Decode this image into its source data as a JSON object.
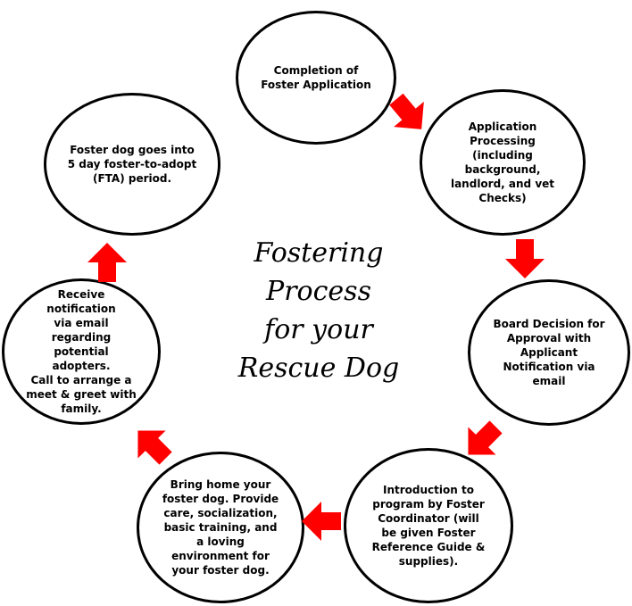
{
  "title": {
    "line1": "Fostering Process",
    "line2": "for your",
    "line3": "Rescue Dog"
  },
  "steps": [
    {
      "text": "Completion of\nFoster Application"
    },
    {
      "text": "Application\nProcessing\n(including\nbackground,\nlandlord, and vet\nChecks)"
    },
    {
      "text": "Board Decision for\nApproval with\nApplicant\nNotification via\nemail"
    },
    {
      "text": "Introduction to\nprogram by Foster\nCoordinator (will\nbe given Foster\nReference Guide &\nsupplies)."
    },
    {
      "text": "Bring home your\nfoster dog. Provide\ncare, socialization,\nbasic training, and\na loving\nenvironment for\nyour foster dog."
    },
    {
      "text": "Receive notification\nvia email regarding\npotential adopters.\nCall to arrange a\nmeet & greet with\nfamily."
    },
    {
      "text": "Foster dog goes into\n5 day foster-to-adopt\n(FTA) period."
    }
  ],
  "colors": {
    "arrow": "#ff0000",
    "border": "#000000",
    "text": "#000000"
  },
  "icons": {
    "arrow": "red-arrow-icon"
  }
}
